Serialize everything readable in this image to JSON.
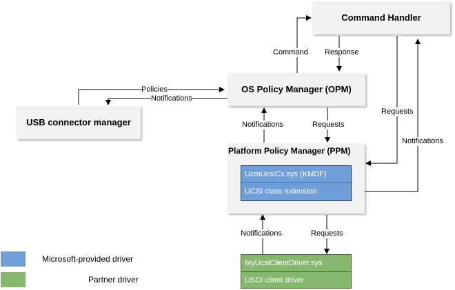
{
  "boxes": {
    "command_handler": "Command Handler",
    "opm": "OS Policy Manager (OPM)",
    "usb_connector_manager": "USB connector manager",
    "ppm": "Platform Policy Manager (PPM)"
  },
  "drivers": {
    "ucm": {
      "name": "UcmUcsiCx.sys (KMDF)",
      "description": "UCSI class extension"
    },
    "client": {
      "name": "MyUcsiClientDriver.sys",
      "description": "USCI client driver"
    }
  },
  "labels": {
    "command": "Command",
    "response": "Response",
    "policies": "Policies",
    "notifications_usb": "Notifications",
    "notifications_ppm_opm": "Notifications",
    "requests_opm_ppm": "Requests",
    "requests_ch_ppm": "Requests",
    "notifications_ucm_ch": "Notifications",
    "notifications_client": "Notifications",
    "requests_client": "Requests"
  },
  "legend": {
    "microsoft": "Microsoft-provided driver",
    "partner": "Partner driver"
  },
  "colors": {
    "microsoft": "#6f9ed8",
    "partner": "#85b86c",
    "box": "#f1f1f1"
  }
}
